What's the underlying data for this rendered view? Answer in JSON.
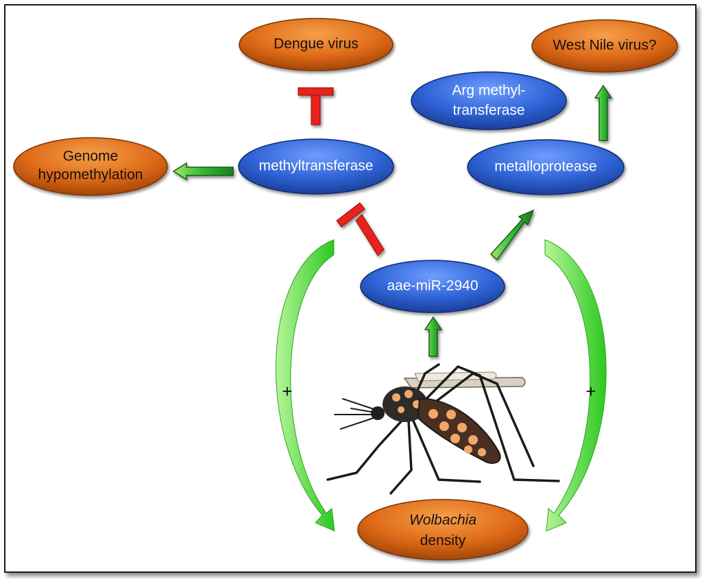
{
  "nodes": {
    "dengue": "Dengue virus",
    "west_nile": "West Nile virus?",
    "arg_line1": "Arg methyl-",
    "arg_line2": "transferase",
    "genome_line1": "Genome",
    "genome_line2": "hypomethylation",
    "methyltransferase": "methyltransferase",
    "metalloprotease": "metalloprotease",
    "mirna": "aae-miR-2940",
    "wolbachia_line1": "Wolbachia",
    "wolbachia_line2": "density"
  },
  "signs": {
    "left_plus": "+",
    "right_plus": "+"
  },
  "colors": {
    "blue_node": "#3a6fe0",
    "orange_node": "#e2701c",
    "activation_arrow": "#2db22d",
    "inhibition": "#e8201a",
    "feedback_arrow": "#5de03a"
  },
  "icons": {
    "organism": "mosquito-icon"
  }
}
